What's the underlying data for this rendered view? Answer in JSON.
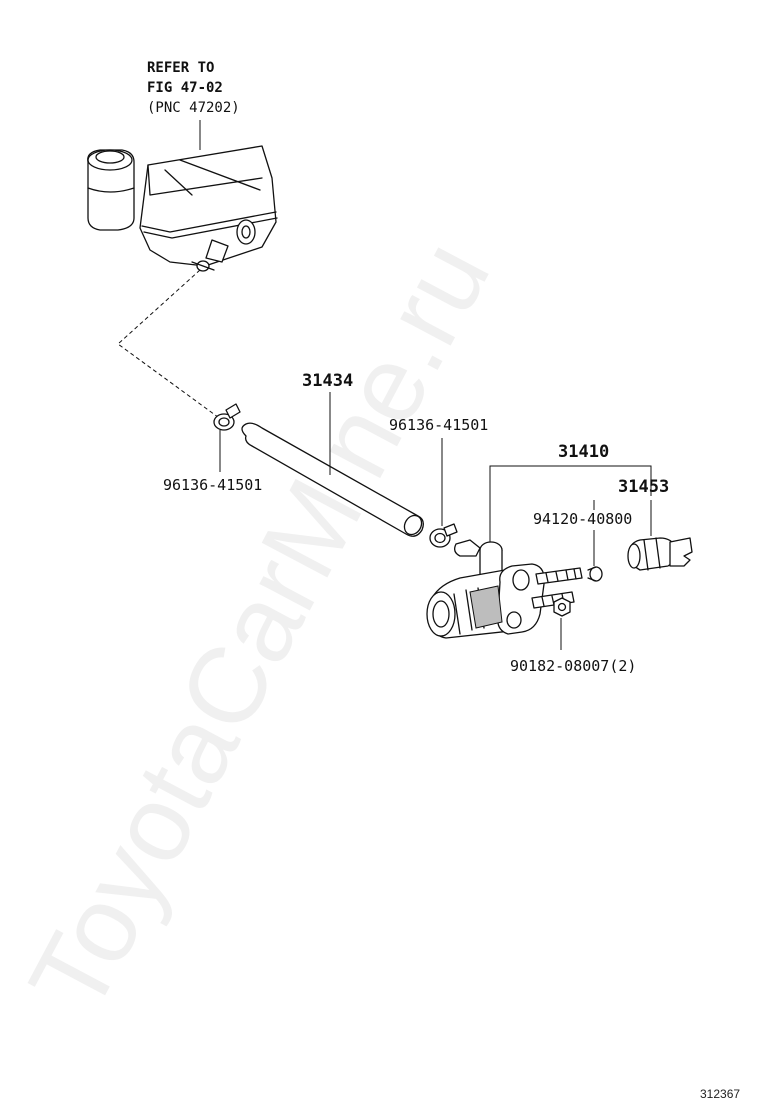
{
  "watermark": "ToyotaCarMine.ru",
  "figure_id": "312367",
  "reference": {
    "line1": "REFER TO",
    "line2": "FIG 47-02",
    "line3": "(PNC 47202)"
  },
  "parts": {
    "hose": "31434",
    "clamp_left": "96136-41501",
    "clamp_right": "96136-41501",
    "cylinder": "31410",
    "boot": "31453",
    "stud_bolt": "94120-40800",
    "nut": "90182-08007(2)"
  }
}
